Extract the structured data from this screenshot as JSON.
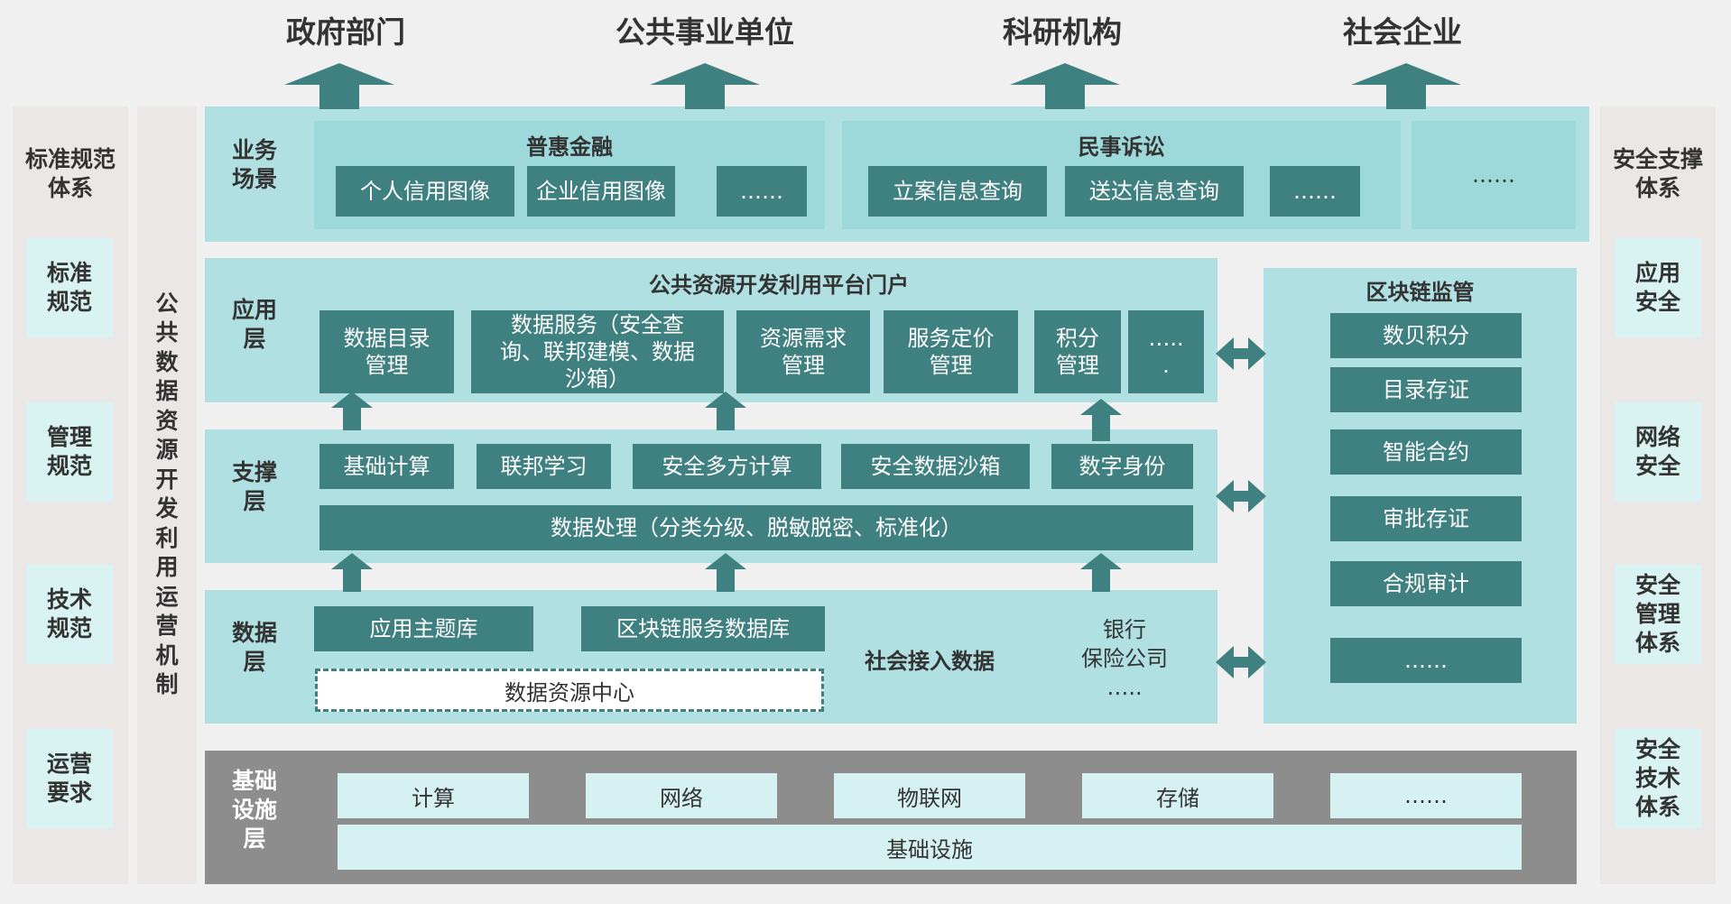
{
  "top_targets": [
    "政府部门",
    "公共事业单位",
    "科研机构",
    "社会企业"
  ],
  "left_panel": {
    "title": "标准规范\n体系",
    "items": [
      "标准\n规范",
      "管理\n规范",
      "技术\n规范",
      "运营\n要求"
    ]
  },
  "right_panel": {
    "title": "安全支撑\n体系",
    "items": [
      "应用\n安全",
      "网络\n安全",
      "安全\n管理\n体系",
      "安全\n技术\n体系"
    ]
  },
  "vertical_label": "公共数据资源开发利用运营机制",
  "business": {
    "label": "业务\n场景",
    "groups": [
      {
        "title": "普惠金融",
        "items": [
          "个人信用图像",
          "企业信用图像",
          "……"
        ]
      },
      {
        "title": "民事诉讼",
        "items": [
          "立案信息查询",
          "送达信息查询",
          "……"
        ]
      }
    ],
    "extra": "……"
  },
  "application": {
    "label": "应用\n层",
    "title": "公共资源开发利用平台门户",
    "items": [
      "数据目录\n管理",
      "数据服务（安全查\n询、联邦建模、数据\n沙箱）",
      "资源需求\n管理",
      "服务定价\n管理",
      "积分\n管理",
      "…..\n."
    ]
  },
  "support": {
    "label": "支撑\n层",
    "items": [
      "基础计算",
      "联邦学习",
      "安全多方计算",
      "安全数据沙箱",
      "数字身份"
    ],
    "processing": "数据处理（分类分级、脱敏脱密、标准化）"
  },
  "data_layer": {
    "label": "数据\n层",
    "items": [
      "应用主题库",
      "区块链服务数据库"
    ],
    "center": "数据资源中心",
    "social_title": "社会接入数据",
    "social_items": "银行\n保险公司\n….."
  },
  "blockchain": {
    "title": "区块链监管",
    "items": [
      "数贝积分",
      "目录存证",
      "智能合约",
      "审批存证",
      "合规审计",
      "……"
    ]
  },
  "infra": {
    "label": "基础\n设施\n层",
    "items": [
      "计算",
      "网络",
      "物联网",
      "存储",
      "……"
    ],
    "base": "基础设施"
  },
  "colors": {
    "dark_teal": "#3f8180",
    "light_teal": "#b1e0e2",
    "mid_teal": "#9dd8da",
    "pale_teal": "#d6f1f1",
    "gray": "#8d8d8d",
    "side": "#ebe7e6"
  }
}
